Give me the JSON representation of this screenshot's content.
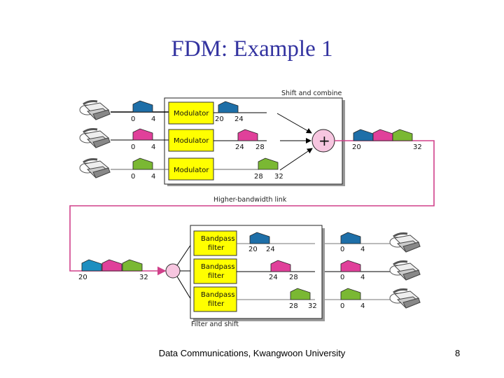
{
  "title": "FDM: Example 1",
  "footer": "Data Communications, Kwangwoon University",
  "page_number": "8",
  "colors": {
    "title": "#3333a0",
    "channel_1": "#1e6fa8",
    "channel_2": "#e0409a",
    "channel_3": "#7ab833",
    "box_fill": "#ffff00",
    "link": "#d0408a",
    "adder": "#f7c6e0"
  },
  "diagram": {
    "shift_caption": "Shift and combine",
    "link_caption": "Higher-bandwidth link",
    "filter_caption": "Filter and shift",
    "modulator_label": "Modulator",
    "filter_label_1": "Bandpass",
    "filter_label_2": "filter",
    "adder_symbol": "+",
    "baseband": [
      "0",
      "4"
    ],
    "shifted": [
      [
        "20",
        "24"
      ],
      [
        "24",
        "28"
      ],
      [
        "28",
        "32"
      ]
    ],
    "combined": [
      "20",
      "32"
    ],
    "icons": {
      "phone": "telephone-icon",
      "adder": "plus-circle-icon",
      "splitter": "circle-icon"
    }
  }
}
